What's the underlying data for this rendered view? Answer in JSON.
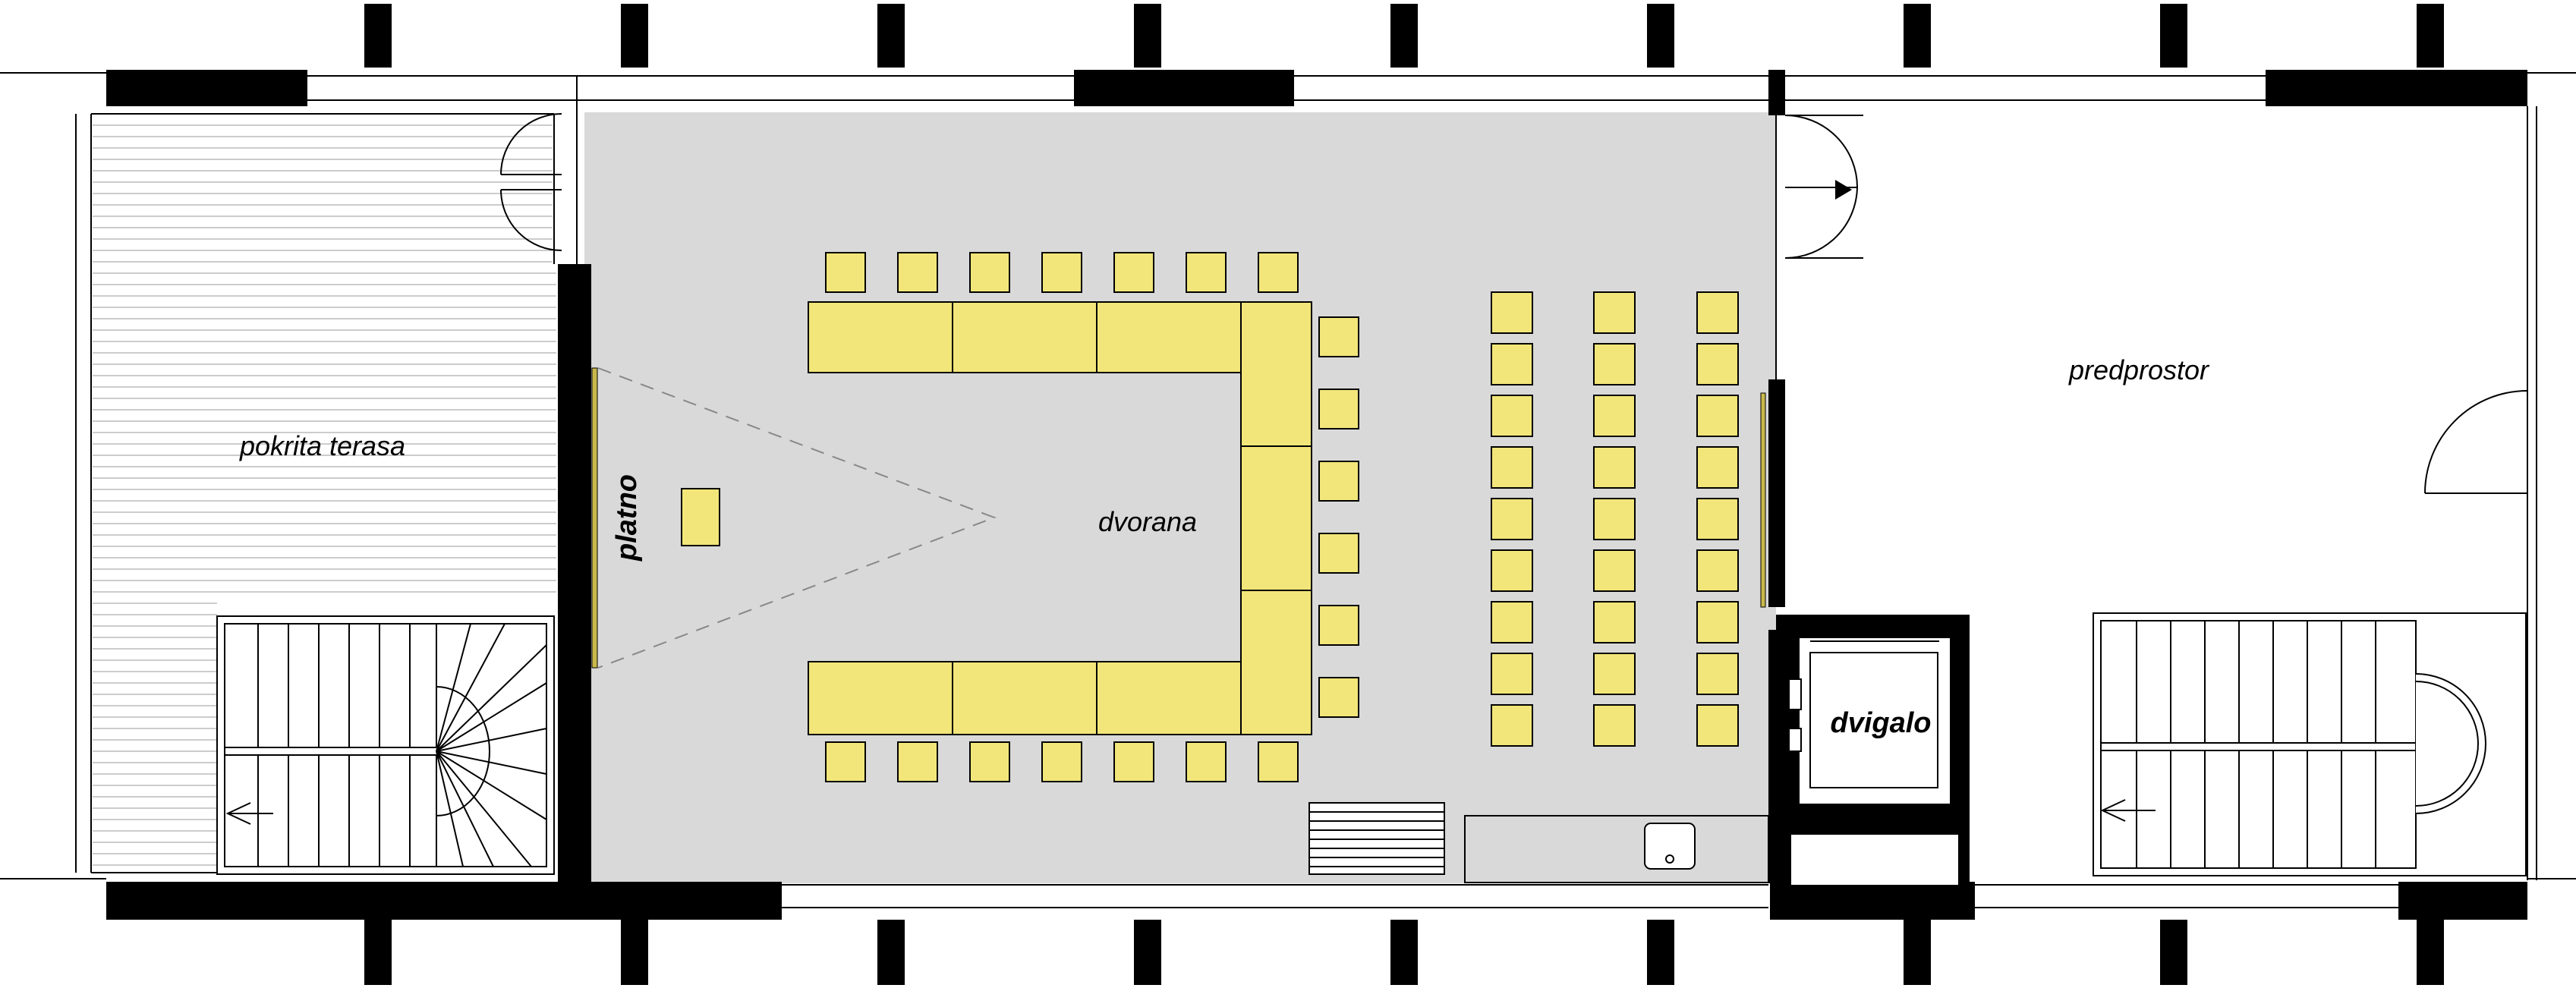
{
  "labels": {
    "covered_terrace": "pokrita terasa",
    "screen": "platno",
    "hall": "dvorana",
    "lobby": "predprostor",
    "elevator": "dvigalo"
  },
  "colors": {
    "hall_floor": "#d9d9d9",
    "furniture_fill": "#f2e67a",
    "wall": "#000000",
    "line": "#000000",
    "screen": "#c9b84a",
    "projection": "#888888"
  },
  "legend_note": {
    "hall_layout": "U-shaped conference table with chairs and three rows of theatre chairs"
  }
}
